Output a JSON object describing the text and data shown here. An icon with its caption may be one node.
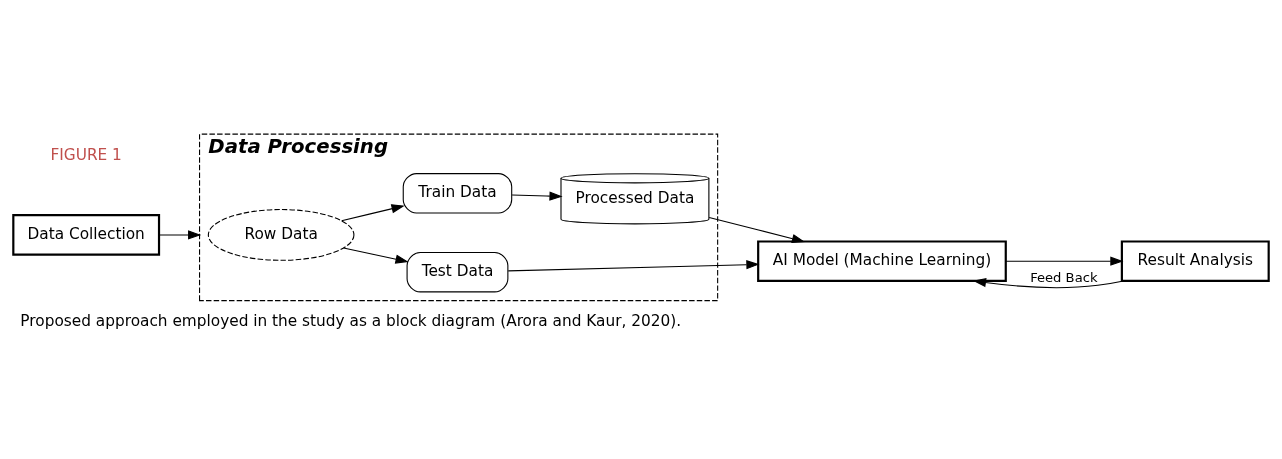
{
  "diagram": {
    "caption": "Proposed approach employed in the study as a block diagram (Arora and Kaur, 2020).",
    "nodes": [
      {
        "text": [
          "Data Collection"
        ]
      },
      {
        "text": [
          "Data Processing"
        ]
      },
      {
        "text": [
          "Train Data"
        ],
        "in": 1
      },
      {
        "text": [
          "Processed Data"
        ],
        "in": 1
      },
      {
        "text": [
          "Row Data"
        ],
        "in": 1
      },
      {
        "text": [
          "Test Data"
        ],
        "in": 1
      },
      {
        "text": [
          "AI Model (Machine Learning)"
        ]
      },
      {
        "text": [
          "Result Analysis"
        ]
      }
    ],
    "edges": [
      {
        "from": 0,
        "to": 1,
        "arrow": "to"
      },
      {
        "from": 4,
        "to": 2,
        "arrow": "to"
      },
      {
        "from": 2,
        "to": 3,
        "arrow": "to"
      },
      {
        "from": 4,
        "to": 5,
        "arrow": "to"
      },
      {
        "from": 3,
        "to": 6,
        "arrow": "to"
      },
      {
        "from": 5,
        "to": 6,
        "arrow": "to"
      },
      {
        "from": 6,
        "to": 7,
        "arrow": "to"
      },
      {
        "from": 7,
        "to": 6,
        "arrow": "to",
        "label": "Feed Back"
      }
    ],
    "labels": [
      "FIGURE 1"
    ]
  }
}
